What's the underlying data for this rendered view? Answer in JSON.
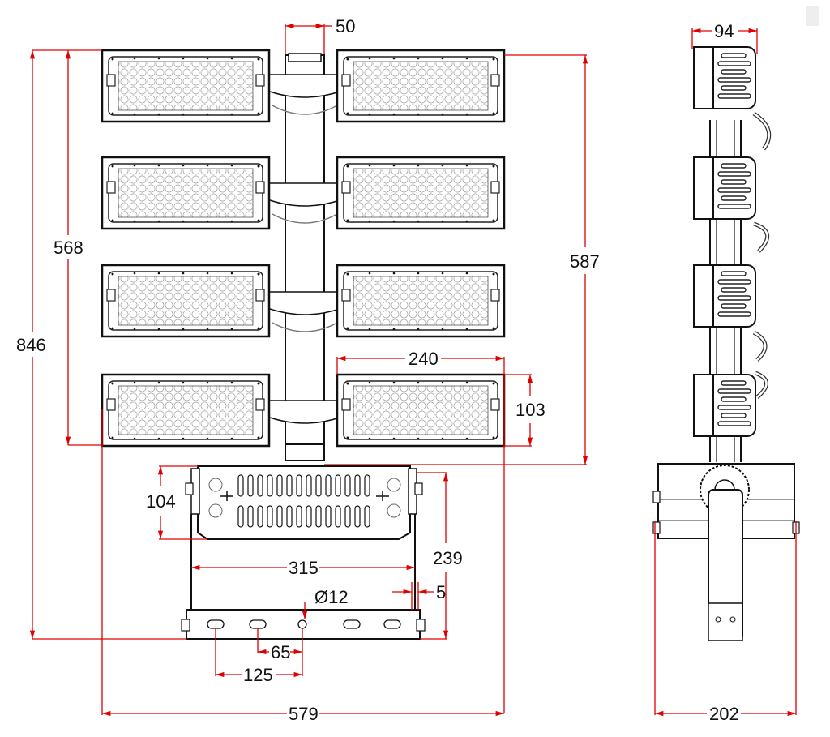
{
  "drawing": {
    "front_view": {
      "pole_width": "50",
      "module_stack_height": "568",
      "total_height": "846",
      "module_pitch_height": "587",
      "module_width": "240",
      "module_height": "103",
      "bracket_height": "104",
      "bracket_width": "315",
      "bracket_drop": "239",
      "bracket_offset": "5",
      "hole_diameter": "Ø12",
      "hole_spacing_small": "65",
      "hole_spacing_large": "125",
      "overall_width": "579"
    },
    "side_view": {
      "module_depth": "94",
      "base_width": "202"
    }
  }
}
